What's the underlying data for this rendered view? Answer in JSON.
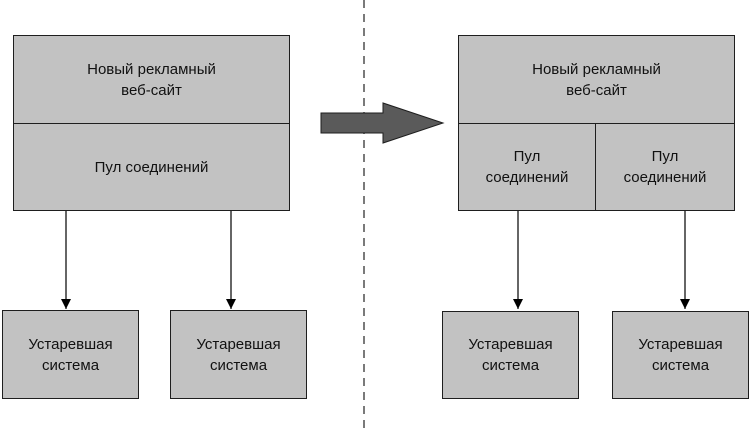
{
  "left": {
    "website": {
      "line1": "Новый рекламный",
      "line2": "веб-сайт"
    },
    "pool": {
      "label": "Пул соединений"
    },
    "systems": [
      {
        "line1": "Устаревшая",
        "line2": "система"
      },
      {
        "line1": "Устаревшая",
        "line2": "система"
      }
    ]
  },
  "right": {
    "website": {
      "line1": "Новый рекламный",
      "line2": "веб-сайт"
    },
    "pools": [
      {
        "line1": "Пул",
        "line2": "соединений"
      },
      {
        "line1": "Пул",
        "line2": "соединений"
      }
    ],
    "systems": [
      {
        "line1": "Устаревшая",
        "line2": "система"
      },
      {
        "line1": "Устаревшая",
        "line2": "система"
      }
    ]
  },
  "colors": {
    "box_fill": "#c2c2c2",
    "border": "#1e1e1e",
    "arrow_fill": "#5a5a5a"
  },
  "icons": {
    "transition": "right-arrow-icon"
  }
}
